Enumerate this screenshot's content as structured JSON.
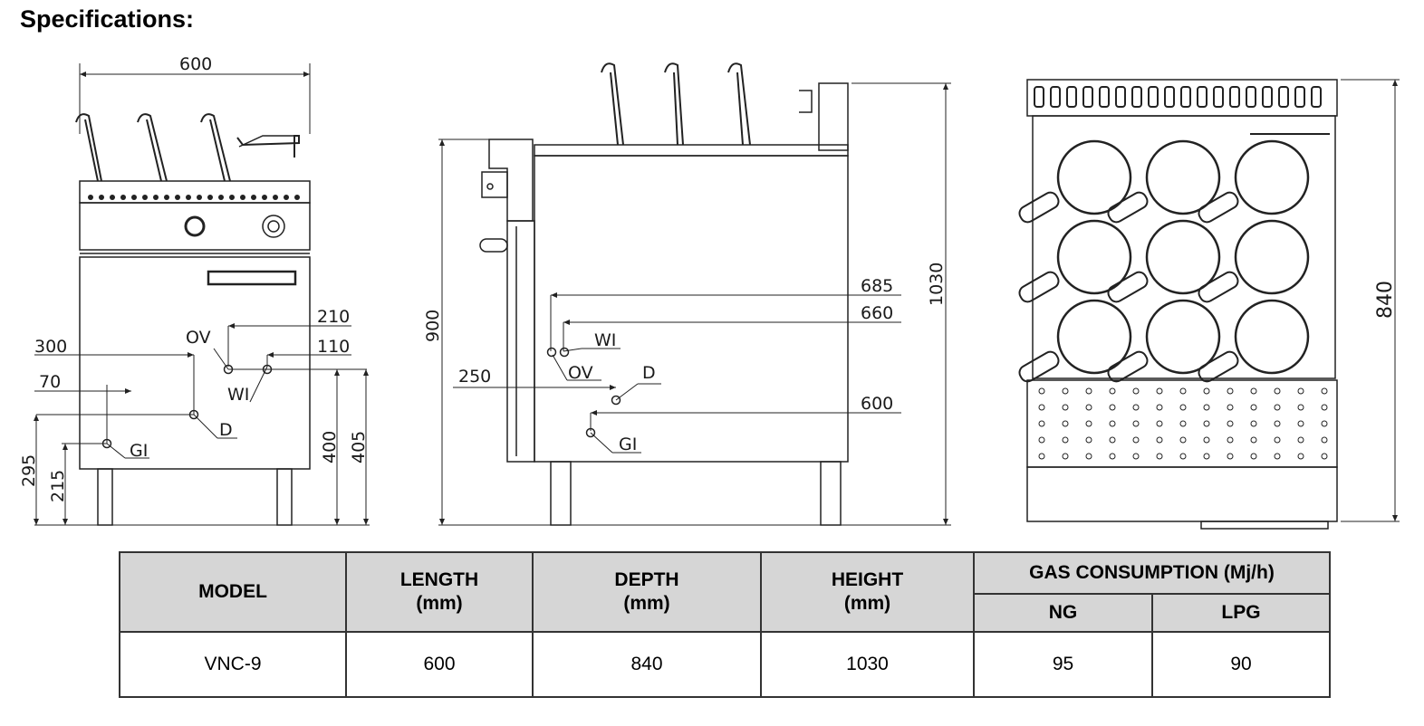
{
  "heading": "Specifications:",
  "front_view": {
    "dims": {
      "width": "600",
      "ov_right": "210",
      "wi_right": "110",
      "ov_left": "300",
      "gi_left": "70",
      "gi_height": "295",
      "d_height": "215",
      "ov_height": "400",
      "wi_height": "405"
    },
    "labels": {
      "ov": "OV",
      "wi": "WI",
      "d": "D",
      "gi": "GI"
    }
  },
  "side_view": {
    "dims": {
      "height_total": "1030",
      "height_body": "900",
      "d685": "685",
      "d660": "660",
      "d600": "600",
      "d250": "250"
    },
    "labels": {
      "wi": "WI",
      "ov": "OV",
      "d": "D",
      "gi": "GI"
    }
  },
  "top_view": {
    "dims": {
      "depth": "840"
    }
  },
  "table": {
    "headers": {
      "model": "MODEL",
      "length": [
        "LENGTH",
        "(mm)"
      ],
      "depth": [
        "DEPTH",
        "(mm)"
      ],
      "height": [
        "HEIGHT",
        "(mm)"
      ],
      "gas": "GAS CONSUMPTION (Mj/h)",
      "ng": "NG",
      "lpg": "LPG"
    },
    "rows": [
      {
        "model": "VNC-9",
        "length": "600",
        "depth": "840",
        "height": "1030",
        "ng": "95",
        "lpg": "90"
      }
    ]
  }
}
